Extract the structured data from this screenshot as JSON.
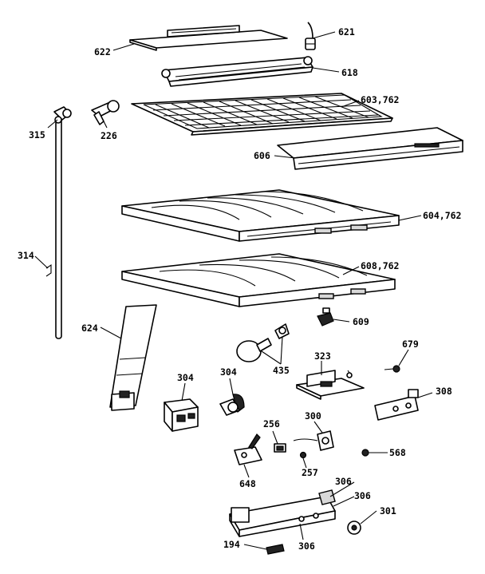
{
  "diagram": {
    "callouts": {
      "c622": "622",
      "c621": "621",
      "c618": "618",
      "c603": "603,762",
      "c315": "315",
      "c226": "226",
      "c606": "606",
      "c604": "604,762",
      "c314": "314",
      "c608": "608,762",
      "c624": "624",
      "c609": "609",
      "c435": "435",
      "c323": "323",
      "c679": "679",
      "c304a": "304",
      "c304b": "304",
      "c308": "308",
      "c256": "256",
      "c300": "300",
      "c568": "568",
      "c648": "648",
      "c257": "257",
      "c306a": "306",
      "c306b": "306",
      "c301": "301",
      "c194": "194",
      "c306c": "306"
    }
  }
}
